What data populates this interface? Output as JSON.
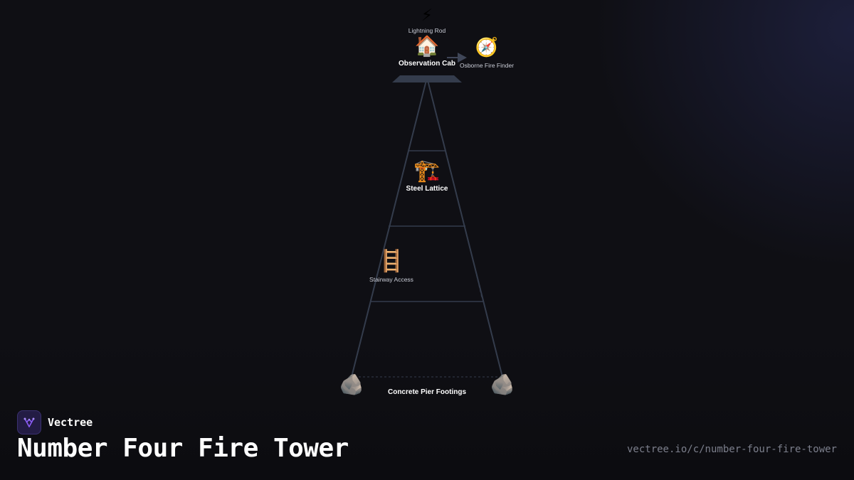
{
  "brand": {
    "name": "Vectree",
    "logo_icon": "vectree-logo-icon",
    "accent_color": "#8b5cf6"
  },
  "title": "Number Four Fire Tower",
  "url": "vectree.io/c/number-four-fire-tower",
  "diagram": {
    "nodes": {
      "lightning_rod": {
        "label": "Lightning Rod",
        "icon": "lightning-icon",
        "glyph": "⚡"
      },
      "observation_cab": {
        "label": "Observation Cab",
        "icon": "house-icon",
        "glyph": "🏠"
      },
      "fire_finder": {
        "label": "Osborne Fire Finder",
        "icon": "compass-icon",
        "glyph": "🧭"
      },
      "steel_lattice": {
        "label": "Steel Lattice",
        "icon": "crane-icon",
        "glyph": "🏗️"
      },
      "stairway": {
        "label": "Stairway Access",
        "icon": "ladder-icon",
        "glyph": "🪜"
      },
      "footings": {
        "label": "Concrete Pier Footings",
        "icon": "rock-icon",
        "glyph": "🪨"
      }
    },
    "colors": {
      "structure": "#343c4c",
      "label": "#ffffff",
      "sublabel": "#c9ccd6"
    }
  }
}
